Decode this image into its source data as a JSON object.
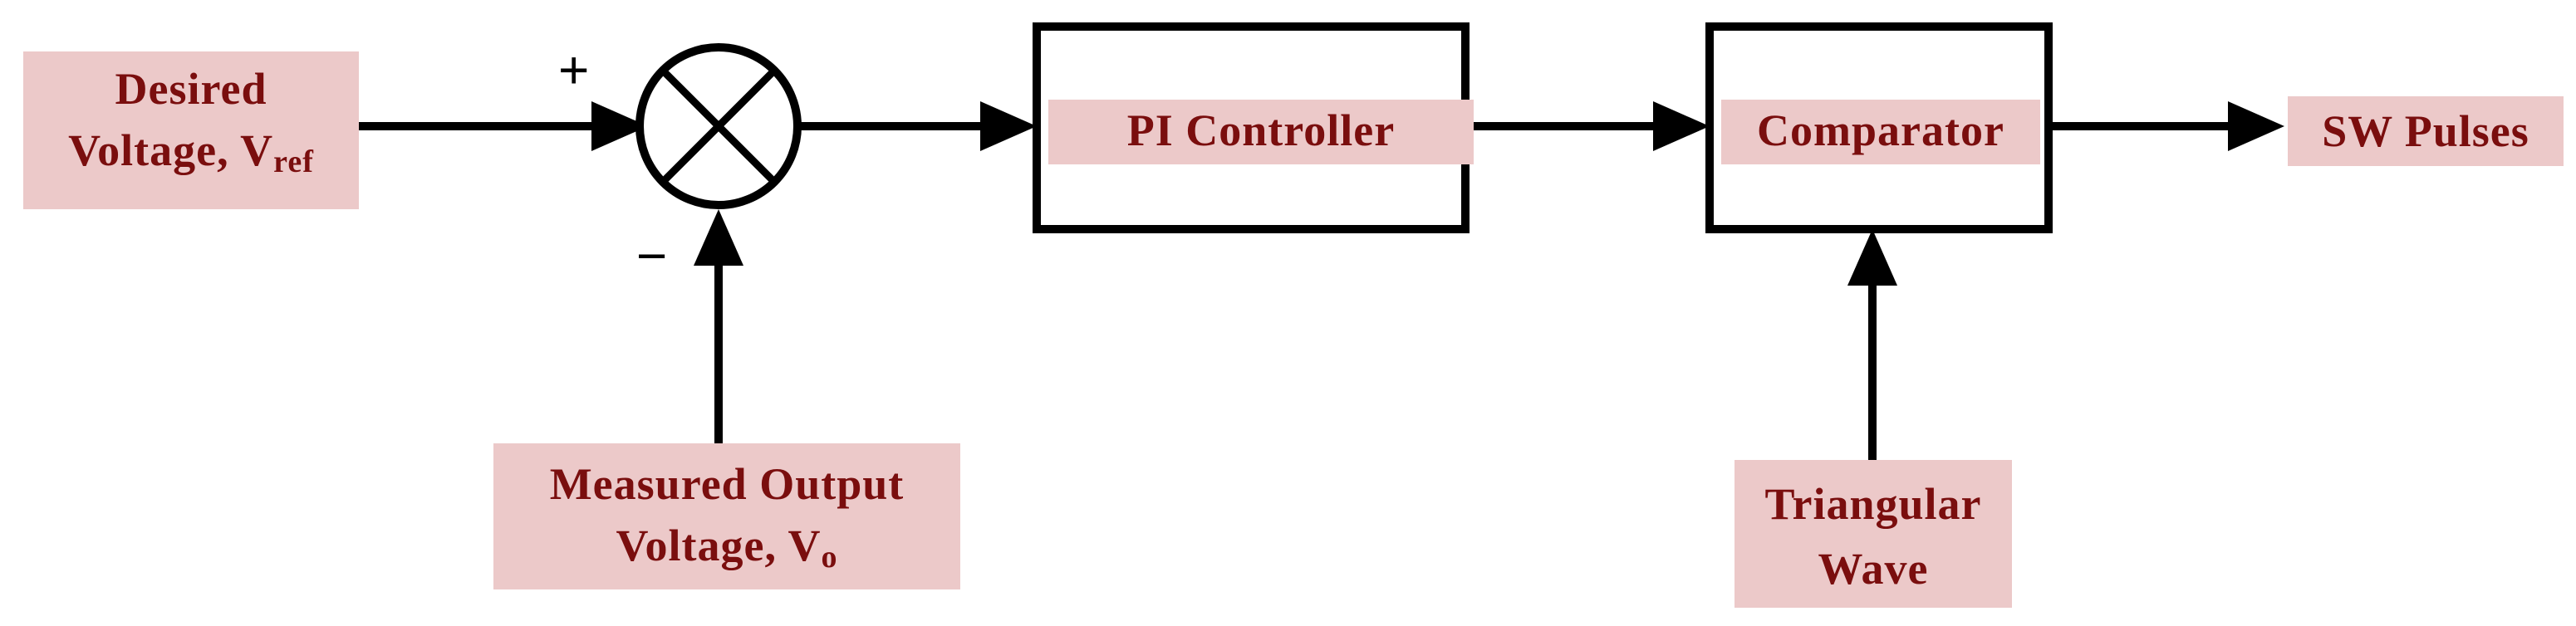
{
  "blocks": {
    "pi_controller": "PI Controller",
    "comparator": "Comparator"
  },
  "inputs": {
    "desired_voltage_line1": "Desired",
    "desired_voltage_line2": "Voltage, V",
    "desired_voltage_subscript": "ref",
    "measured_voltage_line1": "Measured Output",
    "measured_voltage_line2": "Voltage, V",
    "measured_voltage_subscript": "o",
    "triangular_wave_line1": "Triangular",
    "triangular_wave_line2": "Wave"
  },
  "outputs": {
    "sw_pulses": "SW Pulses"
  },
  "summing_junction": {
    "plus_sign": "+",
    "minus_sign": "−"
  },
  "colors": {
    "label_background": "#ecc9c9",
    "label_text": "#7a0e0e",
    "lines": "#000000"
  }
}
